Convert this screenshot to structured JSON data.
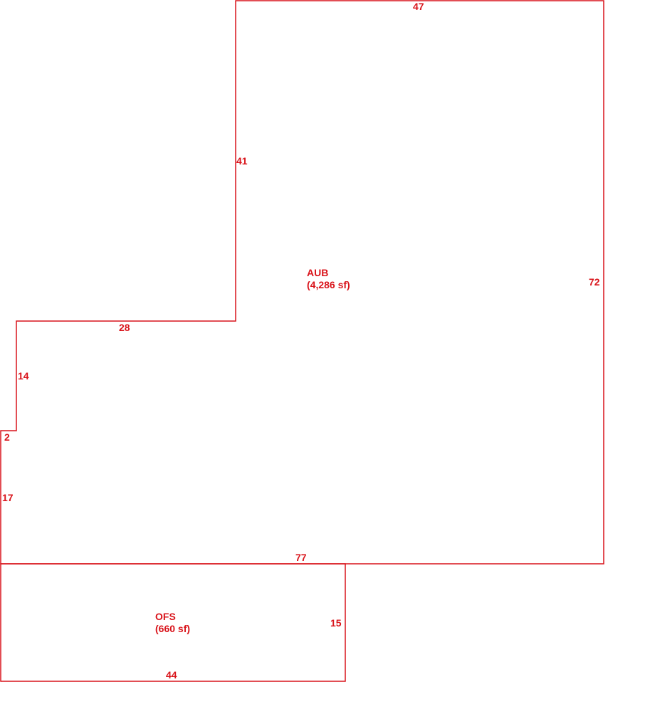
{
  "color": "#d9141b",
  "areas": {
    "aub": {
      "code": "AUB",
      "size": "(4,286 sf)"
    },
    "ofs": {
      "code": "OFS",
      "size": "(660 sf)"
    }
  },
  "dimensions": {
    "aub_top": "47",
    "aub_upper_left": "41",
    "aub_right": "72",
    "aub_step": "28",
    "aub_mid_left": "14",
    "aub_jog": "2",
    "aub_lower_left": "17",
    "aub_bottom": "77",
    "ofs_right": "15",
    "ofs_bottom": "44"
  }
}
